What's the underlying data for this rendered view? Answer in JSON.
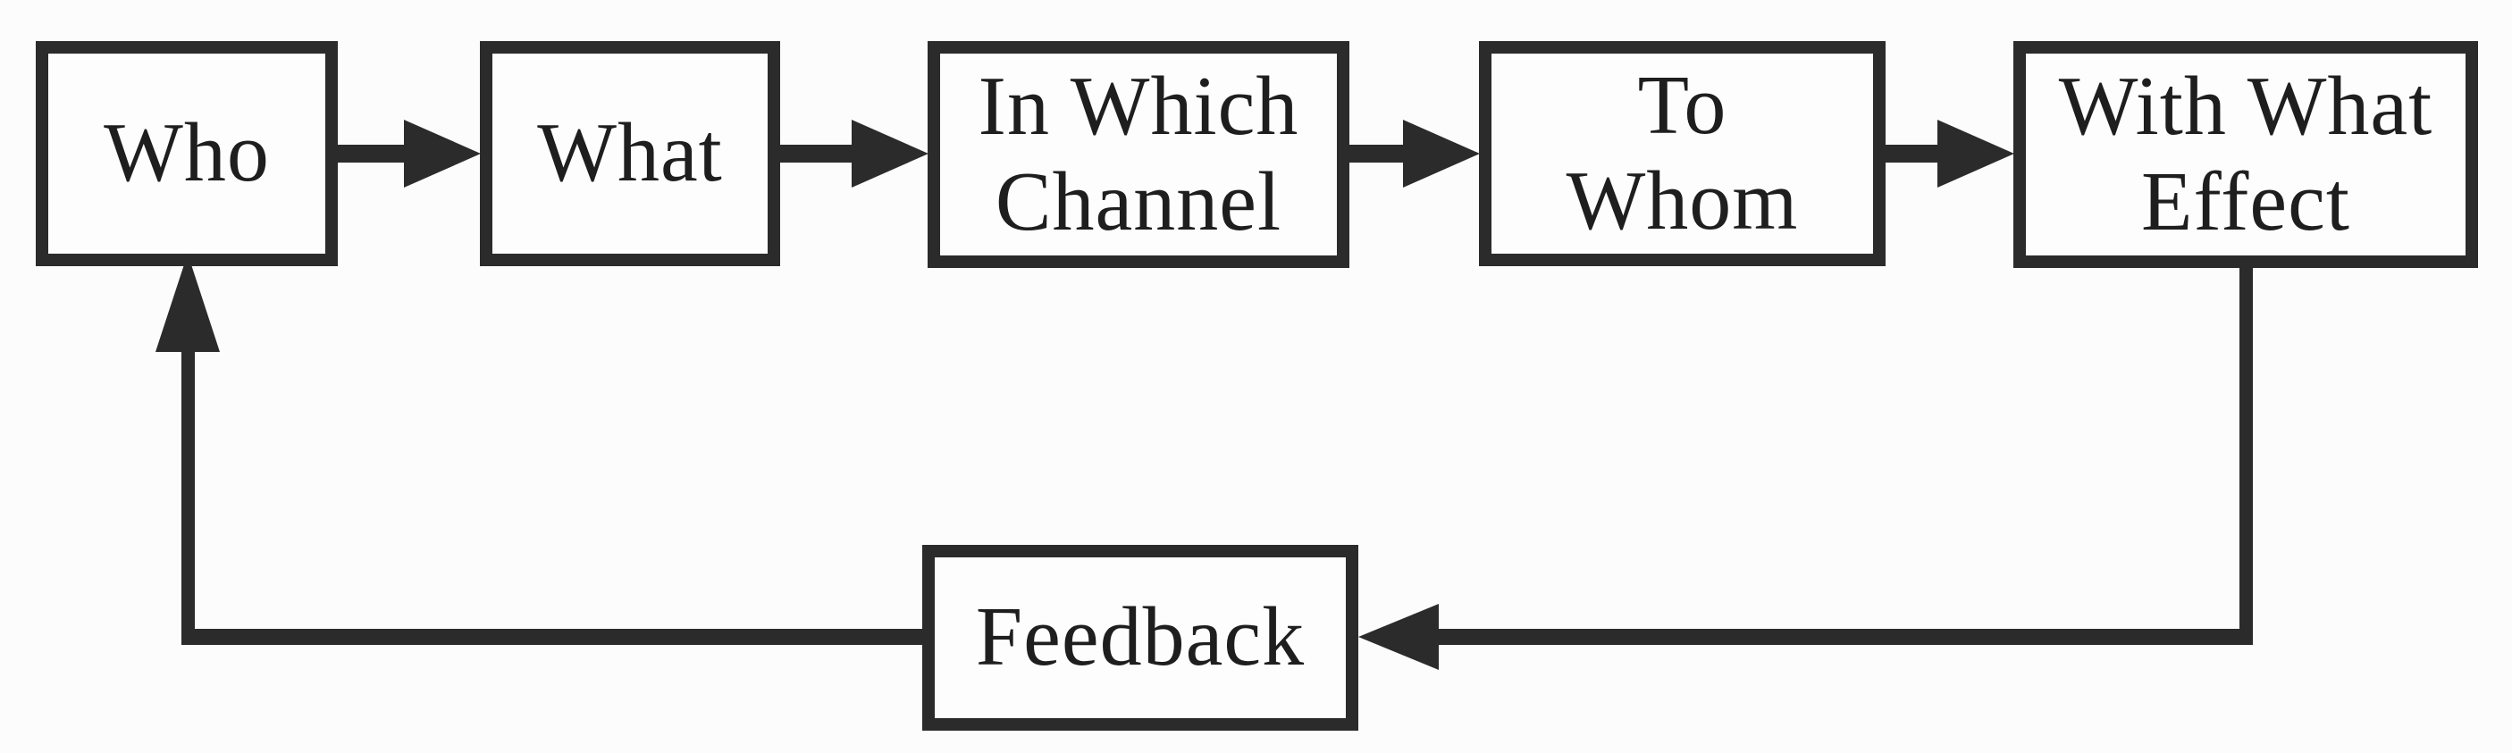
{
  "boxes": [
    {
      "id": "who",
      "label": "Who"
    },
    {
      "id": "what",
      "label": "What"
    },
    {
      "id": "in-which-channel",
      "label": "In Which\nChannel"
    },
    {
      "id": "to-whom",
      "label": "To\nWhom"
    },
    {
      "id": "with-what-effect",
      "label": "With What\nEffect"
    },
    {
      "id": "feedback",
      "label": "Feedback"
    }
  ],
  "connections": [
    {
      "from": "Who",
      "to": "What",
      "shape": "straight-right-arrow"
    },
    {
      "from": "What",
      "to": "In Which Channel",
      "shape": "straight-right-arrow"
    },
    {
      "from": "In Which Channel",
      "to": "To Whom",
      "shape": "straight-right-arrow"
    },
    {
      "from": "To Whom",
      "to": "With What Effect",
      "shape": "straight-right-arrow"
    },
    {
      "from": "With What Effect",
      "to": "Feedback",
      "shape": "elbow-down-then-left-arrow"
    },
    {
      "from": "Feedback",
      "to": "Who",
      "shape": "elbow-left-then-up-arrow"
    }
  ],
  "colors": {
    "stroke": "#2b2b2b",
    "text": "#1e1e1e",
    "background": "#fcfcfc",
    "box_fill": "#fdfdfd"
  }
}
